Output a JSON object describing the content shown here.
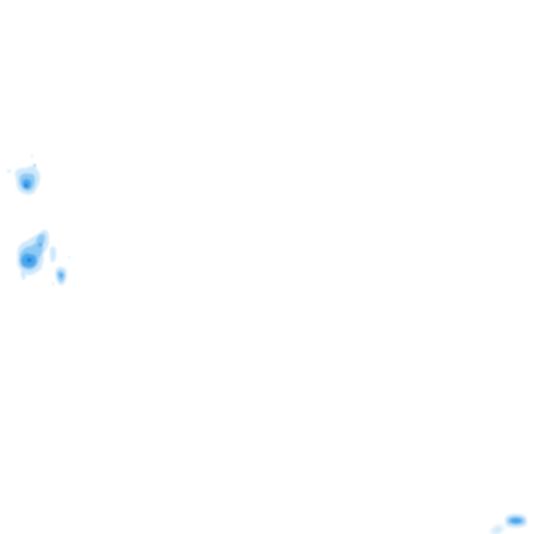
{
  "map": {
    "background": "#ffffff",
    "layer": "precipitation-radar",
    "palette": {
      "light": "#cfe8fb",
      "medium": "#8ccaf5",
      "strong": "#4aa6ec",
      "core": "#1f7fd8"
    },
    "echo_clusters": [
      {
        "id": "cell-northwest",
        "peak_level": "core"
      },
      {
        "id": "cell-west",
        "peak_level": "core"
      },
      {
        "id": "cell-west-east-fragment",
        "peak_level": "strong"
      },
      {
        "id": "cell-southeast",
        "peak_level": "strong"
      }
    ]
  }
}
